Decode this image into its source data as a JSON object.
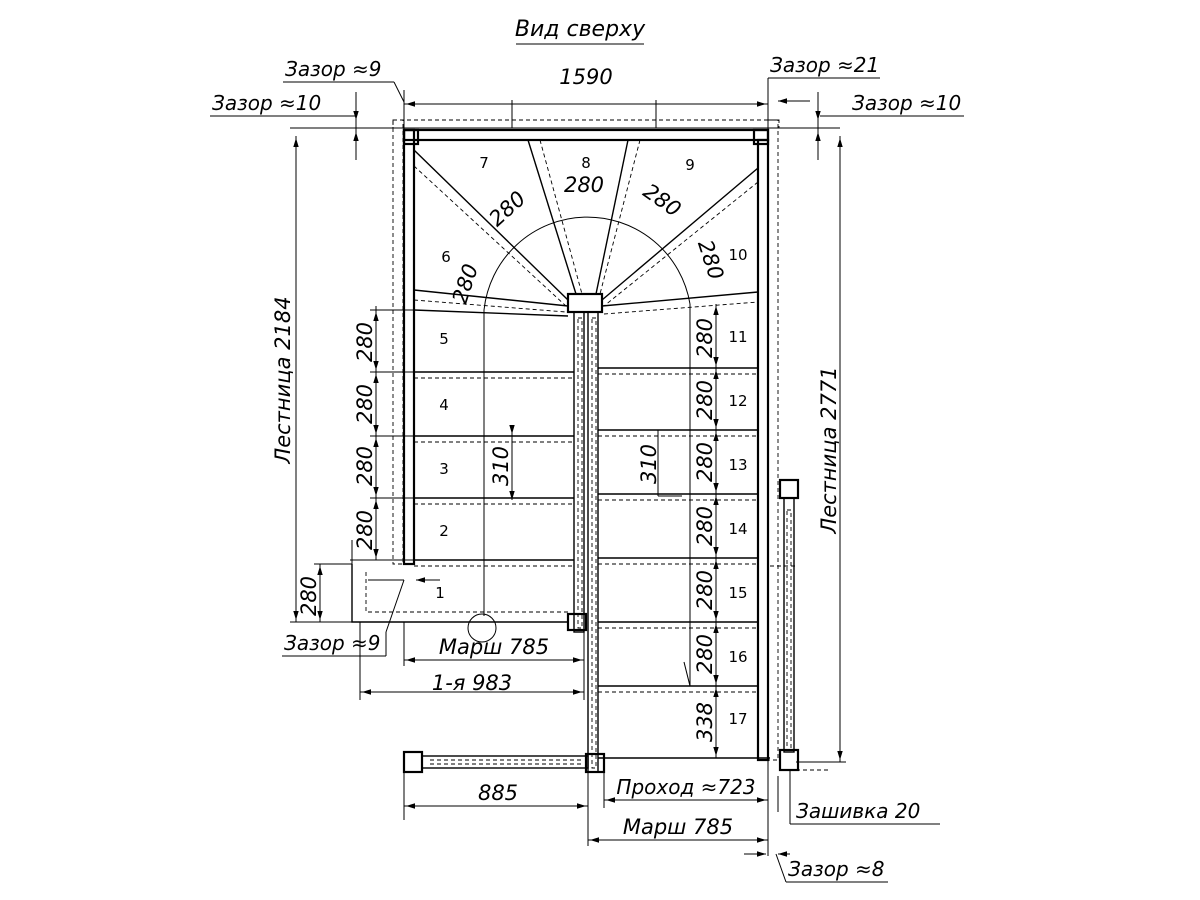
{
  "title": "Вид сверху",
  "labels": {
    "gap9_top": "Зазор ≈9",
    "gap10_left": "Зазор ≈10",
    "gap21": "Зазор ≈21",
    "gap10_right": "Зазор ≈10",
    "gap9_bottom": "Зазор ≈9",
    "gap8": "Зазор ≈8",
    "sheathing": "Зашивка 20",
    "passage": "Проход ≈723"
  },
  "dimensions": {
    "width_total": "1590",
    "stair_left": "Лестница 2184",
    "stair_right": "Лестница 2771",
    "march_left": "Марш 785",
    "first_983": "1-я 983",
    "d885": "885",
    "march_bottom": "Марш 785",
    "d310": "310",
    "d280": "280",
    "d338": "338"
  },
  "steps": [
    "1",
    "2",
    "3",
    "4",
    "5",
    "6",
    "7",
    "8",
    "9",
    "10",
    "11",
    "12",
    "13",
    "14",
    "15",
    "16",
    "17"
  ]
}
